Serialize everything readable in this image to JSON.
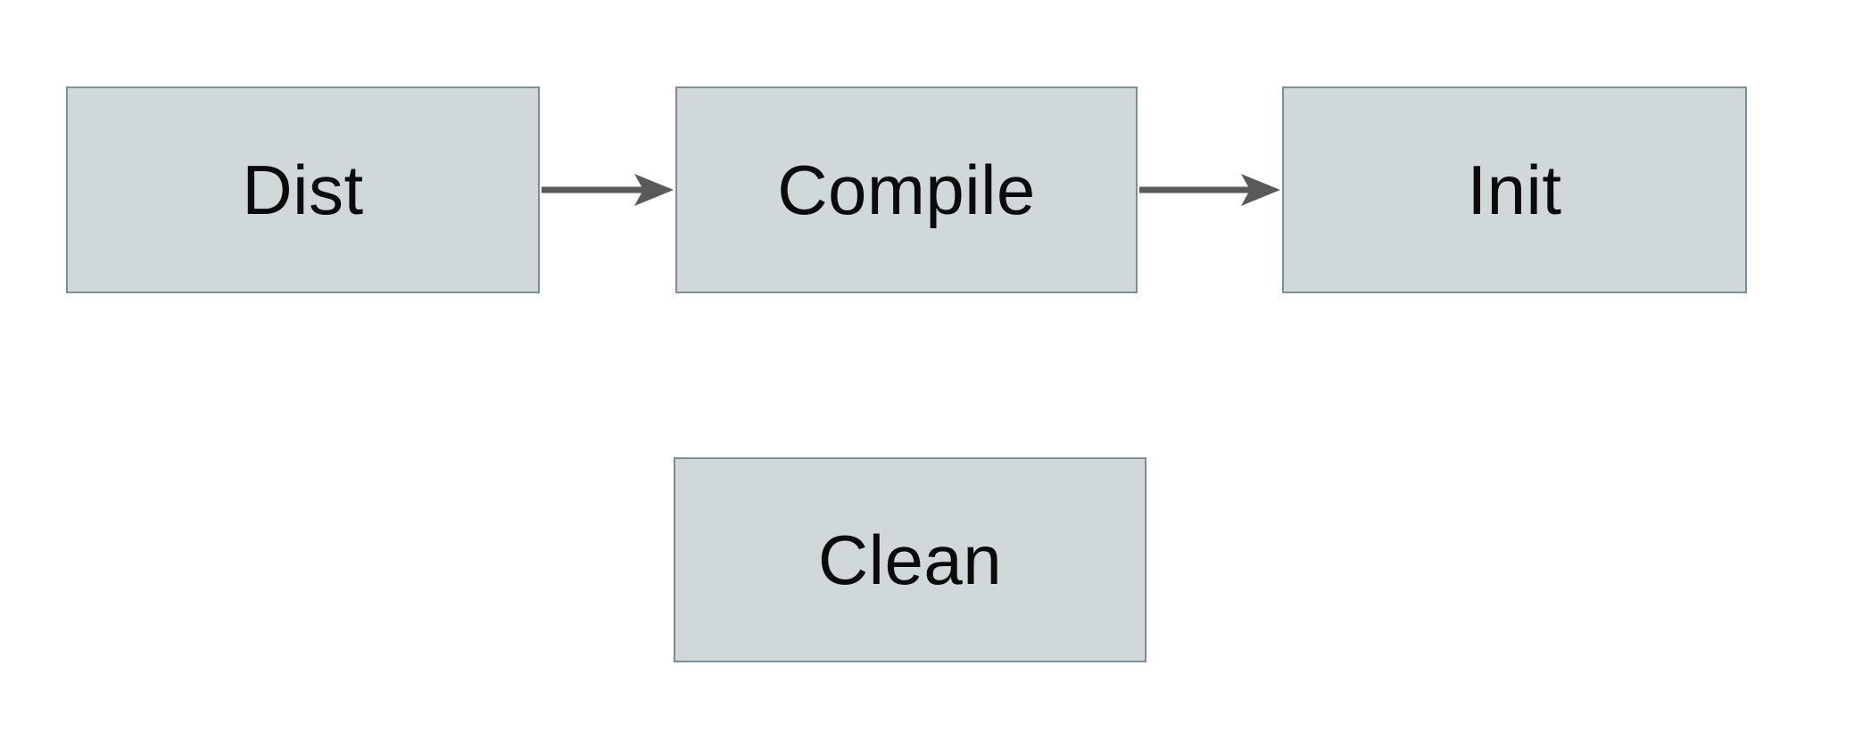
{
  "diagram": {
    "type": "flowchart",
    "nodes": [
      {
        "id": "dist",
        "label": "Dist"
      },
      {
        "id": "compile",
        "label": "Compile"
      },
      {
        "id": "init",
        "label": "Init"
      },
      {
        "id": "clean",
        "label": "Clean"
      }
    ],
    "edges": [
      {
        "from": "dist",
        "to": "compile",
        "direction": "right"
      },
      {
        "from": "compile",
        "to": "init",
        "direction": "right"
      }
    ],
    "colors": {
      "background": "#ffffff",
      "node_fill": "#d1d8da",
      "node_border": "#7a8f9a",
      "arrow": "#595959",
      "text": "#0b0b0b"
    }
  }
}
